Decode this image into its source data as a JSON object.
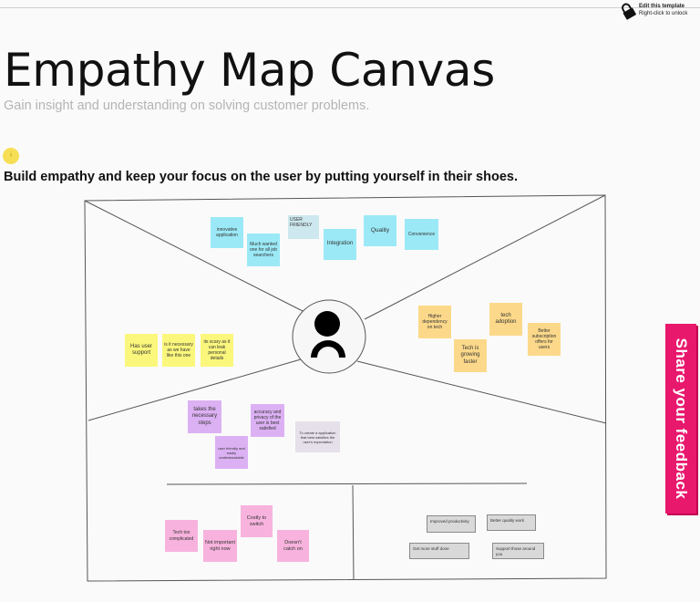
{
  "lock": {
    "title": "Edit this template",
    "subtitle": "Right-click to unlock"
  },
  "page": {
    "title": "Empathy Map Canvas",
    "subtitle": "Gain insight and understanding on solving customer problems.",
    "badge": "i",
    "heading": "Build empathy and keep your focus on the user by putting yourself in their shoes."
  },
  "notes": {
    "says": [
      "innovative application",
      "Much wanted one for all job searchers",
      "USER FRIENDLY",
      "Integration",
      "Quality",
      "Convenience"
    ],
    "does": [
      "Higher dependency on tech",
      "tech adoption",
      "Tech is growing faster",
      "Better subscription offers for users"
    ],
    "thinks": [
      "Has user support",
      "is it necessary as we have like this one",
      "its scary as it can leak personal details"
    ],
    "feels": [
      "takes the necessary steps",
      "accuracy and privacy of the user is best satisfied",
      "user friendly and easily understandable",
      "To create a application that best satisfies the user's expectation"
    ],
    "pains": [
      "Tech too complicated",
      "Not important right now",
      "Costly to switch",
      "Doesn't catch on"
    ],
    "gains": [
      "Improved productivity",
      "Better quality work",
      "Get more stuff done",
      "Support those around you"
    ]
  },
  "feedback": {
    "label": "Share your feedback"
  },
  "colors": {
    "feedback": "#e8186d",
    "sticky_cyan": "#9be9f6",
    "sticky_yellow": "#fbf77c",
    "sticky_orange": "#fcd98a",
    "sticky_purple": "#dcb1f3",
    "sticky_pink": "#f7b3dd"
  },
  "icons": [
    "lock-icon",
    "user-avatar-icon"
  ]
}
